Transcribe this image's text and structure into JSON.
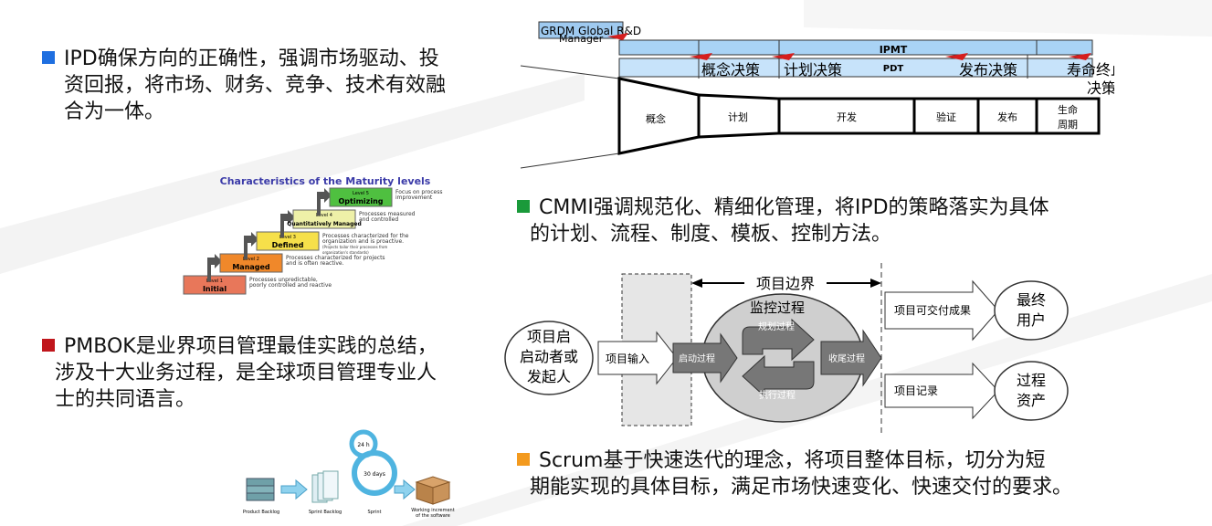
{
  "bullets": {
    "ipd": {
      "color": "#1f6fe0",
      "lines": [
        "IPD确保方向的正确性，强调市场驱动、投",
        "资回报，将市场、财务、竞争、技术有效融",
        "合为一体。"
      ]
    },
    "cmmi": {
      "color": "#1a9a3a",
      "lines": [
        "CMMI强调规范化、精细化管理，将IPD的策略落实为具体",
        "的计划、流程、制度、模板、控制方法。"
      ]
    },
    "pmbok": {
      "color": "#c0161c",
      "lines": [
        "PMBOK是业界项目管理最佳实践的总结，",
        "涉及十大业务过程，是全球项目管理专业人",
        "士的共同语言。"
      ]
    },
    "scrum": {
      "color": "#f39a1e",
      "lines": [
        "Scrum基于快速迭代的理念，将项目整体目标，切分为短",
        "期能实现的具体目标，满足市场快速变化、快速交付的要求。"
      ]
    }
  },
  "ipd_diagram": {
    "top_label": "GRDM Global R&D",
    "manager_label": "Manager",
    "ipmt": "IPMT",
    "pdt": "PDT",
    "decisions": [
      "概念决策",
      "计划决策",
      "发布决策",
      "寿命终止",
      "决策"
    ],
    "phases": [
      "概念",
      "计划",
      "开发",
      "验证",
      "发布",
      "生命",
      "周期"
    ]
  },
  "maturity": {
    "title": "Characteristics of the Maturity levels",
    "levels": [
      {
        "num": "Level 1",
        "name": "Initial",
        "desc": [
          "Processes unpredictable,",
          "poorly controlled and reactive"
        ],
        "color": "#e8775a"
      },
      {
        "num": "Level 2",
        "name": "Managed",
        "desc": [
          "Processes characterized for projects",
          "and is often reactive."
        ],
        "color": "#f0882a"
      },
      {
        "num": "Level 3",
        "name": "Defined",
        "desc": [
          "Processes characterized for the",
          "organization and is proactive.",
          "(Projects tailor their processes from",
          "organization's standards)"
        ],
        "color": "#f6e04a"
      },
      {
        "num": "Level 4",
        "name": "Quantitatively Managed",
        "desc": [
          "Processes measured",
          "and controlled"
        ],
        "color": "#eef0a8"
      },
      {
        "num": "Level 5",
        "name": "Optimizing",
        "desc": [
          "Focus on process",
          "improvement"
        ],
        "color": "#4fc040"
      }
    ]
  },
  "pm_diagram": {
    "boundary": "项目边界",
    "initiator": [
      "项目启",
      "启动者或",
      "发起人"
    ],
    "input": "项目输入",
    "start": "启动过程",
    "monitor": "监控过程",
    "plan": "规划过程",
    "execute": "执行过程",
    "close": "收尾过程",
    "deliverable": "项目可交付成果",
    "records": "项目记录",
    "end_user": [
      "最终",
      "用户"
    ],
    "assets": [
      "过程",
      "资产"
    ]
  },
  "scrum_diagram": {
    "product_backlog": "Product Backlog",
    "sprint_backlog": "Sprint Backlog",
    "sprint": "Sprint",
    "increment": [
      "Working increment",
      "of the software"
    ],
    "day": "24 h",
    "days": "30 days"
  }
}
